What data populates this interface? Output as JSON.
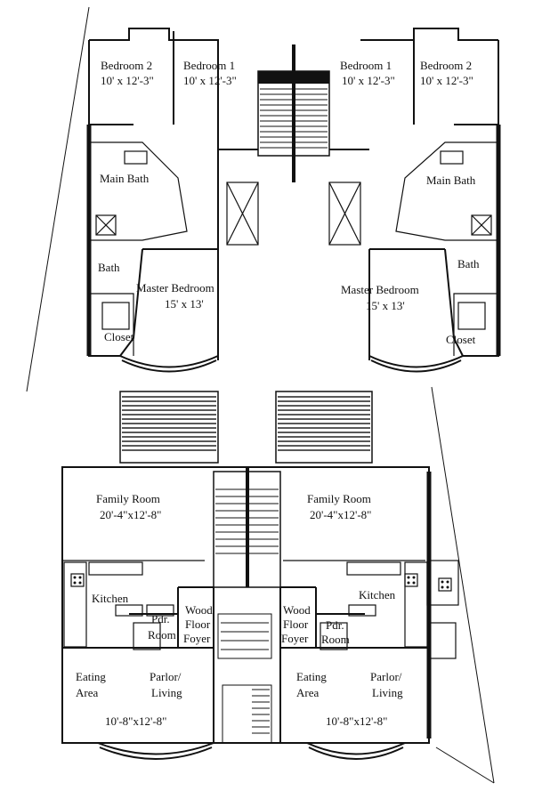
{
  "colors": {
    "ink": "#111111",
    "paper": "#ffffff",
    "hatch": "#222222"
  },
  "upper_floor": {
    "left_unit": {
      "bedroom2": {
        "name": "Bedroom 2",
        "size": "10' x 12'-3\""
      },
      "bedroom1": {
        "name": "Bedroom 1",
        "size": "10' x 12'-3\""
      },
      "main_bath": "Main Bath",
      "bath": "Bath",
      "master": {
        "name": "Master Bedroom",
        "size": "15' x 13'"
      },
      "closet": "Closet"
    },
    "right_unit": {
      "bedroom1": {
        "name": "Bedroom 1",
        "size": "10' x 12'-3\""
      },
      "bedroom2": {
        "name": "Bedroom 2",
        "size": "10' x 12'-3\""
      },
      "main_bath": "Main Bath",
      "bath": "Bath",
      "master": {
        "name": "Master Bedroom",
        "size": "15' x 13'"
      },
      "closet": "Closet"
    }
  },
  "main_floor": {
    "left_unit": {
      "family_room": {
        "name": "Family Room",
        "size": "20'-4\"x12'-8\""
      },
      "kitchen": "Kitchen",
      "pdr_room": [
        "Pdr.",
        "Room"
      ],
      "foyer": [
        "Wood",
        "Floor",
        "Foyer"
      ],
      "eating": [
        "Eating",
        "Area"
      ],
      "parlor": [
        "Parlor/",
        "Living"
      ],
      "size": "10'-8\"x12'-8\""
    },
    "right_unit": {
      "family_room": {
        "name": "Family Room",
        "size": "20'-4\"x12'-8\""
      },
      "kitchen": "Kitchen",
      "pdr_room": [
        "Pdr.",
        "Room"
      ],
      "foyer": [
        "Wood",
        "Floor",
        "Foyer"
      ],
      "eating": [
        "Eating",
        "Area"
      ],
      "parlor": [
        "Parlor/",
        "Living"
      ],
      "size": "10'-8\"x12'-8\""
    }
  }
}
